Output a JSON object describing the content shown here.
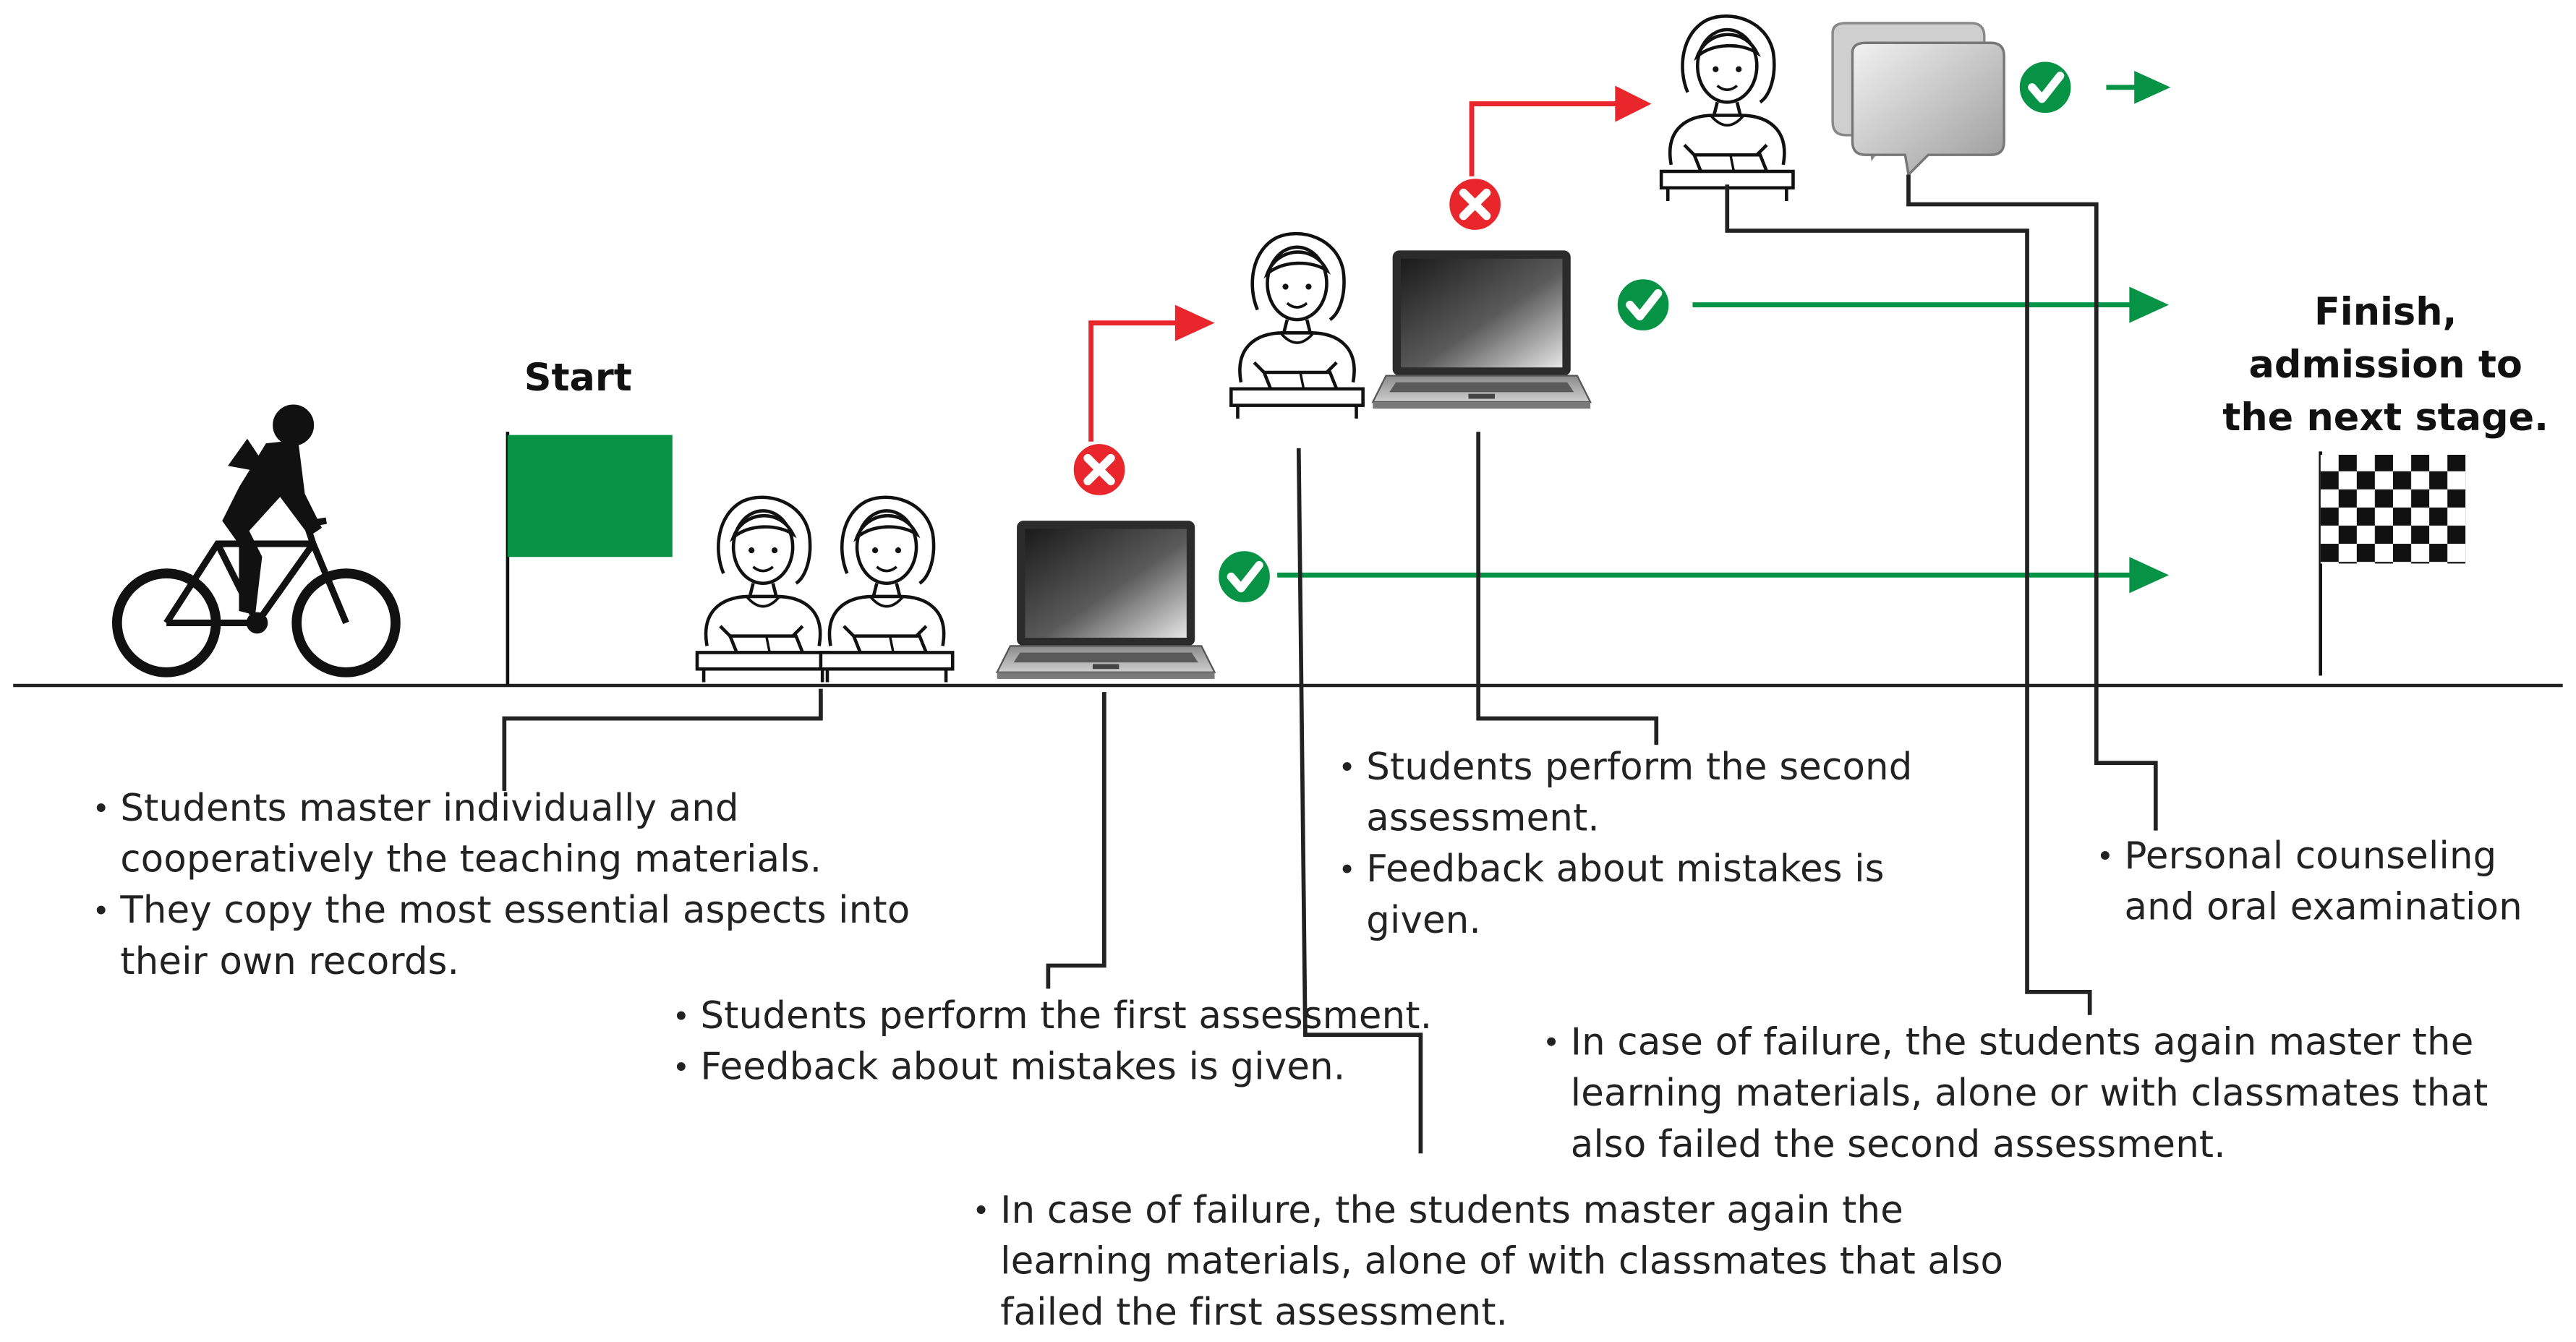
{
  "start_label": "Start",
  "finish_label": "Finish, admission to the next stage.",
  "colors": {
    "flag": "#079345",
    "pass": "#079345",
    "fail": "#e8262b",
    "line": "#222222"
  },
  "icons": [
    "bicycle-rider-icon",
    "start-flag-icon",
    "student-icon",
    "laptop-icon",
    "fail-x-icon",
    "pass-check-icon",
    "speech-bubbles-icon",
    "checkered-flag-icon"
  ],
  "notes": {
    "study": [
      "Students master individually and cooperatively the teaching materials.",
      "They copy the most essential aspects into their own records."
    ],
    "first_assessment": [
      "Students perform the first assessment.",
      "Feedback about mistakes is given."
    ],
    "first_failure": [
      "In case of failure, the students master again the learning materials, alone of with classmates that also failed the first assessment."
    ],
    "second_assessment": [
      "Students perform the second assessment.",
      "Feedback about mistakes is given."
    ],
    "second_failure": [
      "In case of failure, the students again master the learning materials, alone or with classmates that also failed the second assessment."
    ],
    "counseling": [
      "Personal counseling and oral examination"
    ]
  }
}
